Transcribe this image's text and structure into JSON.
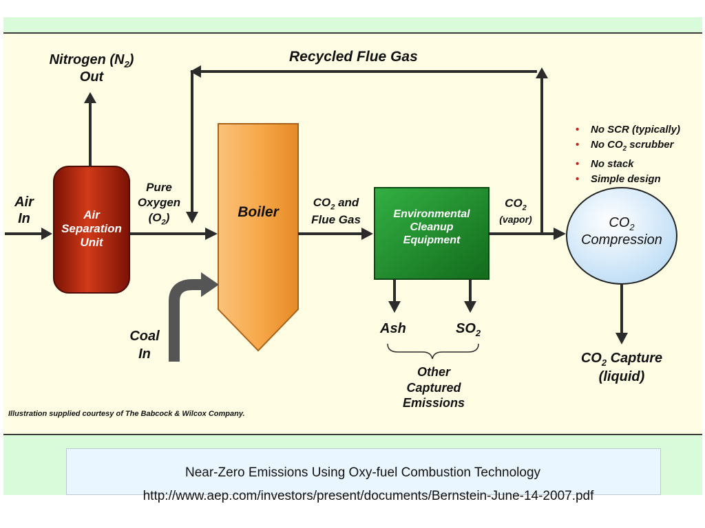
{
  "diagram": {
    "labels": {
      "nitrogen_line1": "Nitrogen (N",
      "nitrogen_sub": "2",
      "nitrogen_close": ")",
      "nitrogen_line2": "Out",
      "recycled_flue_gas": "Recycled Flue Gas",
      "air_in_line1": "Air",
      "air_in_line2": "In",
      "asu_line1": "Air",
      "asu_line2": "Separation",
      "asu_line3": "Unit",
      "pure_oxygen_line1": "Pure",
      "pure_oxygen_line2": "Oxygen",
      "pure_oxygen_line3_pre": "(O",
      "pure_oxygen_line3_sub": "2",
      "pure_oxygen_line3_post": ")",
      "boiler": "Boiler",
      "co2_flue_line1_pre": "CO",
      "co2_flue_line1_sub": "2",
      "co2_flue_line1_post": " and",
      "co2_flue_line2": "Flue Gas",
      "env_line1": "Environmental",
      "env_line2": "Cleanup",
      "env_line3": "Equipment",
      "co2_vapor_line1_pre": "CO",
      "co2_vapor_line1_sub": "2",
      "co2_vapor_line2": "(vapor)",
      "compression_line1_pre": "CO",
      "compression_line1_sub": "2",
      "compression_line2": "Compression",
      "coal_line1": "Coal",
      "coal_line2": "In",
      "ash": "Ash",
      "so2_pre": "SO",
      "so2_sub": "2",
      "other_line1": "Other",
      "other_line2": "Captured",
      "other_line3": "Emissions",
      "capture_line1_pre": "CO",
      "capture_line1_sub": "2",
      "capture_line1_post": " Capture",
      "capture_line2": "(liquid)"
    },
    "bullets": {
      "item1": "No SCR (typically)",
      "item2_pre": "No CO",
      "item2_sub": "2",
      "item2_post": " scrubber",
      "item3": "No stack",
      "item4": "Simple design"
    },
    "credit": "Illustration supplied courtesy of The Babcock & Wilcox Company.",
    "colors": {
      "asu": "#b52a10",
      "boiler": "#f7a94b",
      "cleanup": "#1f8a2a",
      "compression": "#d9ecfb",
      "arrow": "#2b2b2b",
      "bullet": "#c8201a"
    }
  },
  "caption": {
    "title": "Near-Zero Emissions Using Oxy-fuel Combustion Technology",
    "url": "http://www.aep.com/investors/present/documents/Bernstein-June-14-2007.pdf"
  }
}
